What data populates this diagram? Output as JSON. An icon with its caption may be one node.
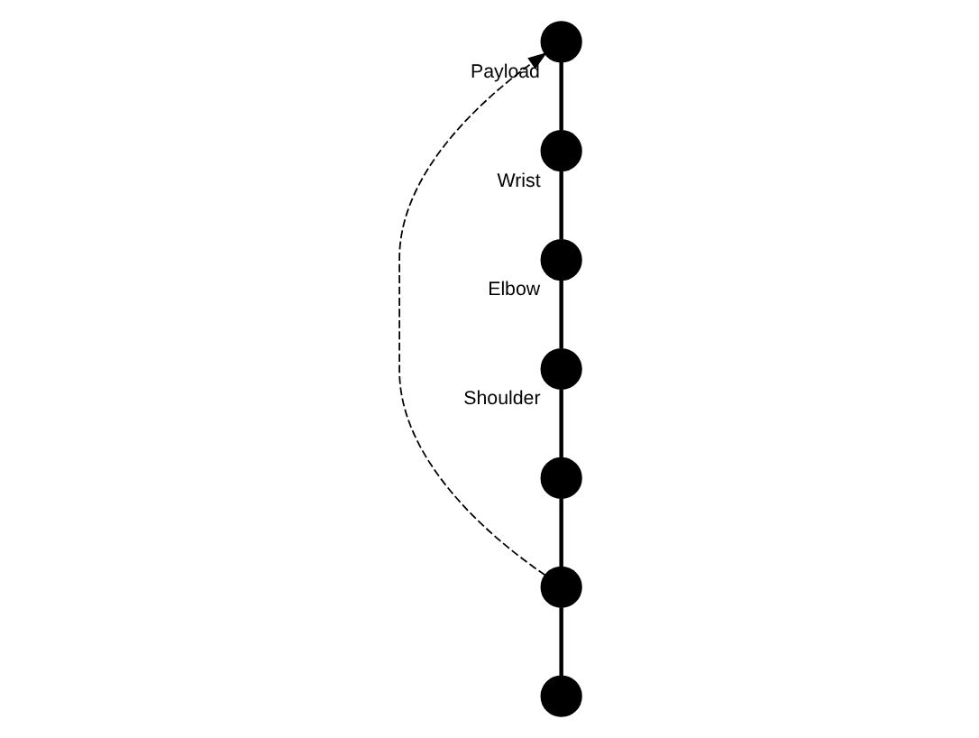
{
  "diagram": {
    "nodes": [
      {
        "text": [],
        "shape": "circle",
        "beside": [
          "Payload"
        ]
      },
      {
        "text": [],
        "shape": "circle",
        "beside": [
          "Wrist"
        ]
      },
      {
        "text": [],
        "shape": "circle"
      },
      {
        "text": [],
        "shape": "circle"
      },
      {
        "text": [],
        "shape": "circle",
        "beside": [
          "Elbow"
        ]
      },
      {
        "text": [],
        "shape": "circle"
      },
      {
        "text": [],
        "shape": "circle",
        "beside": [
          "Shoulder"
        ]
      }
    ],
    "edges": [
      {
        "from": 5,
        "to": 3,
        "arrow": "none"
      },
      {
        "from": 3,
        "to": 2,
        "arrow": "none"
      },
      {
        "from": 2,
        "to": 6,
        "arrow": "none"
      },
      {
        "from": 6,
        "to": 4,
        "arrow": "none"
      },
      {
        "from": 4,
        "to": 1,
        "arrow": "none"
      },
      {
        "from": 1,
        "to": 0,
        "arrow": "none"
      },
      {
        "from": 3,
        "to": 0,
        "arrow": "to",
        "style": "dashed"
      }
    ]
  }
}
